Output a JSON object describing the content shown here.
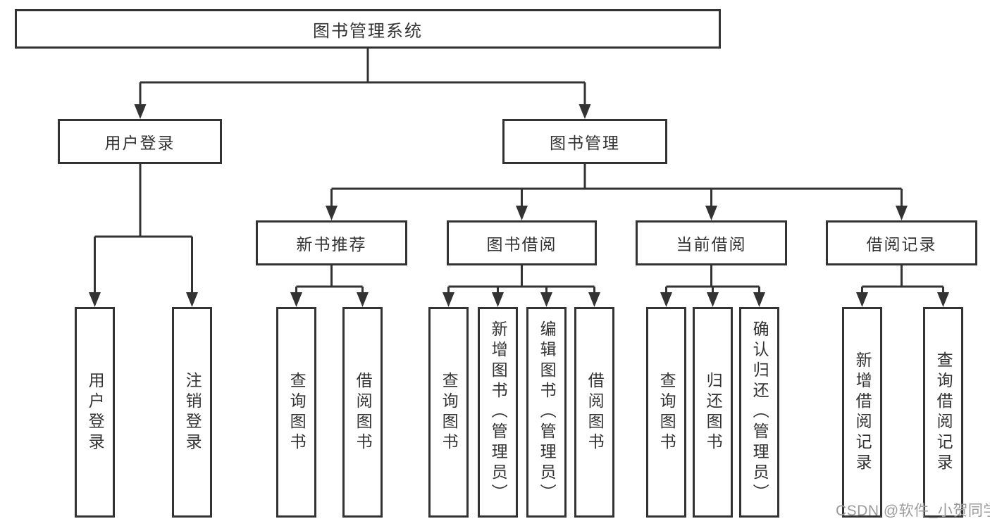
{
  "diagram": {
    "root": {
      "label": "图书管理系统"
    },
    "level2": [
      {
        "label": "用户登录"
      },
      {
        "label": "图书管理"
      }
    ],
    "level3": [
      {
        "label": "新书推荐"
      },
      {
        "label": "图书借阅"
      },
      {
        "label": "当前借阅"
      },
      {
        "label": "借阅记录"
      }
    ],
    "leaves": [
      {
        "label": "用户登录"
      },
      {
        "label": "注销登录"
      },
      {
        "label": "查询图书"
      },
      {
        "label": "借阅图书"
      },
      {
        "label": "查询图书"
      },
      {
        "label": "新增图书（管理员）"
      },
      {
        "label": "编辑图书（管理员）"
      },
      {
        "label": "借阅图书"
      },
      {
        "label": "查询图书"
      },
      {
        "label": "归还图书"
      },
      {
        "label": "确认归还（管理员）"
      },
      {
        "label": "新增借阅记录"
      },
      {
        "label": "查询借阅记录"
      }
    ],
    "watermark": "CSDN @软件_小贺同学",
    "colors": {
      "line": "#333333",
      "text": "#333333",
      "watermark": "#9b9b9b",
      "background": "#ffffff"
    }
  }
}
